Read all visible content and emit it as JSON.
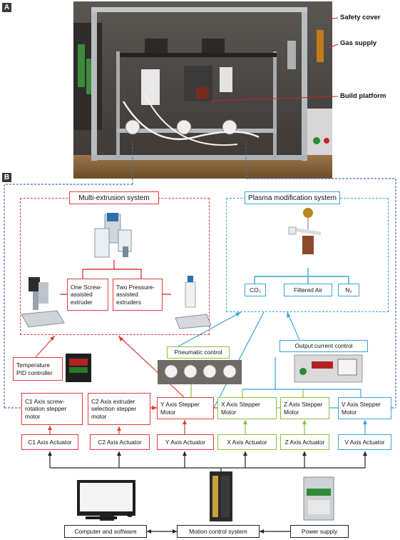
{
  "panel_a": {
    "tag": "A",
    "labels": {
      "safety_cover": "Safety cover",
      "gas_supply": "Gas supply",
      "build_platform": "Build platform"
    }
  },
  "panel_b": {
    "tag": "B",
    "multi_extrusion": {
      "title": "Multi-extrusion system",
      "one_screw": "One Screw-assisted extruder",
      "two_pressure": "Two Pressure-assisted extruders"
    },
    "plasma": {
      "title": "Plasma modification system",
      "gases": [
        "CO₂",
        "Filtered Air",
        "N₂"
      ]
    },
    "temperature_pid": "Temperature PID controller",
    "pneumatic_control": "Pneumatic control",
    "output_current": "Output current control",
    "motors": [
      "C1 Axis screw-rotation stepper motor",
      "C2 Axis extruder selection stepper motor",
      "Y Axis Stepper Motor",
      "X Axis Stepper Motor",
      "Z Axis Stepper Motor",
      "V Axis Stepper Motor"
    ],
    "actuators": [
      "C1 Axis Actuator",
      "C2 Axis Actuator",
      "Y Axis Actuator",
      "X Axis Actuator",
      "Z Axis Actuator",
      "V Axis Actuator"
    ],
    "bottom": {
      "computer": "Computer and software",
      "motion": "Motion control system",
      "power": "Power supply"
    },
    "colors": {
      "red": "#e23a3a",
      "green": "#86c23b",
      "blue": "#3aa3dc"
    }
  }
}
